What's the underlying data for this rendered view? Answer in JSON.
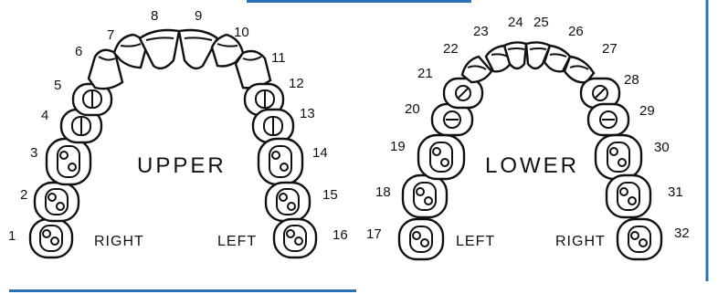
{
  "colors": {
    "border": "#2c6fb5",
    "line": "#111111",
    "background": "#ffffff"
  },
  "upper": {
    "title": "UPPER",
    "right_label": "RIGHT",
    "left_label": "LEFT",
    "tooth_numbers": [
      "1",
      "2",
      "3",
      "4",
      "5",
      "6",
      "7",
      "8",
      "9",
      "10",
      "11",
      "12",
      "13",
      "14",
      "15",
      "16"
    ]
  },
  "lower": {
    "title": "LOWER",
    "left_label": "LEFT",
    "right_label": "RIGHT",
    "tooth_numbers": [
      "17",
      "18",
      "19",
      "20",
      "21",
      "22",
      "23",
      "24",
      "25",
      "26",
      "27",
      "28",
      "29",
      "30",
      "31",
      "32"
    ]
  }
}
